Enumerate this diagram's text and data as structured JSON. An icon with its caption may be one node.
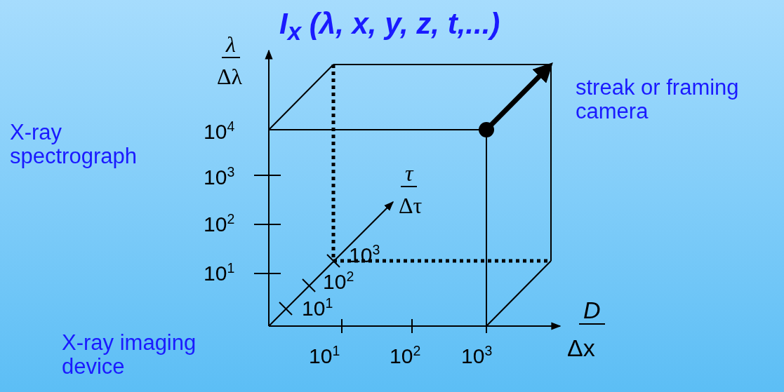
{
  "diagram": {
    "title": "I$_{x}$ (λ, x, y, z, t,...)",
    "labels": [
      "λ",
      "Δλ",
      "streak or framing camera",
      "X-ray spectrograph",
      "10$^{4}$",
      "10$^{3}$",
      "τ",
      "Δτ",
      "10$^{2}$",
      "10$^{1}$",
      "10$^{3}$",
      "10$^{2}$",
      "10$^{1}$",
      "D",
      "Δx",
      "X-ray imaging device",
      "10$^{1}$",
      "10$^{2}$",
      "10$^{3}$"
    ]
  }
}
